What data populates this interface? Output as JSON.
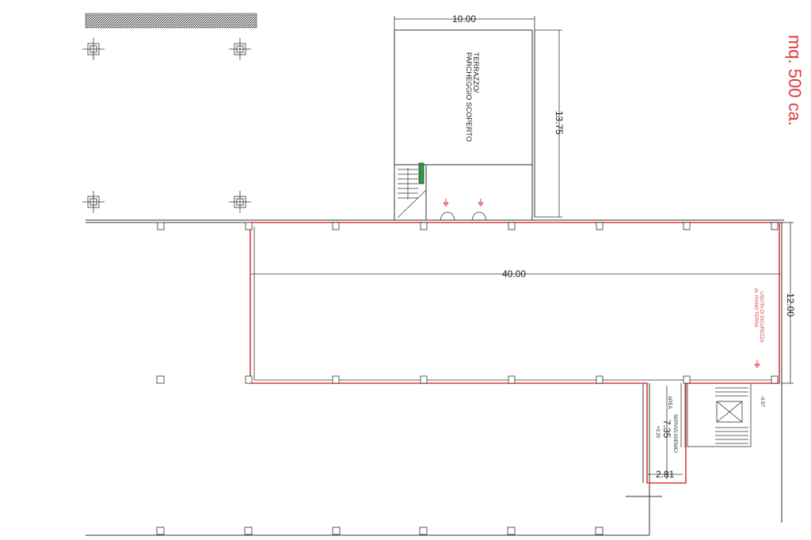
{
  "area_label": "mq. 500 ca.",
  "terrace": {
    "line1": "TERRAZZO/",
    "line2": "PARCHEGGIO SCOPERTO"
  },
  "dimensions": {
    "terrace_width": "10.00",
    "terrace_depth": "13.75",
    "hall_length": "40.00",
    "hall_width": "12.00",
    "services_length": "7.35",
    "services_width": "2.81"
  },
  "services": {
    "line1": "AREA",
    "line2": "SERVIZI IGIENICI",
    "level": "+0.20"
  },
  "exit": {
    "line1": "USCITA DI SICUREZZA",
    "line2": "AL PIANO TERRA"
  },
  "stair_level": "-0.57",
  "colors": {
    "outline_red": "#e0393e",
    "line": "#333333",
    "light_line": "#8a8a8a",
    "door_green": "#2e9a3c"
  }
}
